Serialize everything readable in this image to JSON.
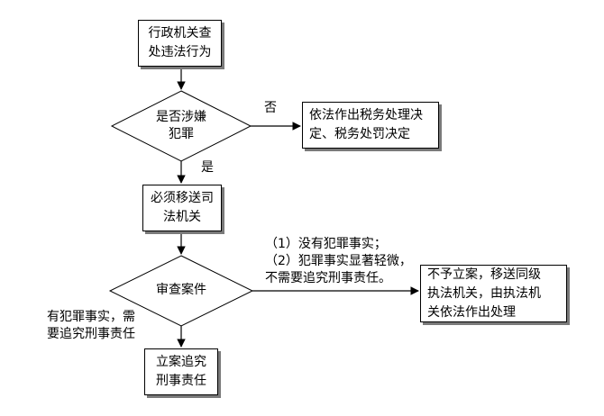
{
  "nodes": {
    "start": [
      "行政机关查",
      "处违法行为"
    ],
    "decision1": [
      "是否涉嫌",
      "犯罪"
    ],
    "tax": [
      "依法作出税务处理决",
      "定、税务处罚决定"
    ],
    "transfer": [
      "必须移送司",
      "法机关"
    ],
    "decision2": [
      "审查案件"
    ],
    "notfile": [
      "不予立案，移送同级",
      "执法机关，由执法机",
      "关依法作出处理"
    ],
    "file": [
      "立案追究",
      "刑事责任"
    ]
  },
  "labels": {
    "no": "否",
    "yes": "是",
    "reasons": [
      "（1）没有犯罪事实；",
      "（2）犯罪事实显著轻微，",
      "不需要追究刑事责任。"
    ],
    "crime": [
      "有犯罪事实，需",
      "要追究刑事责任"
    ]
  }
}
